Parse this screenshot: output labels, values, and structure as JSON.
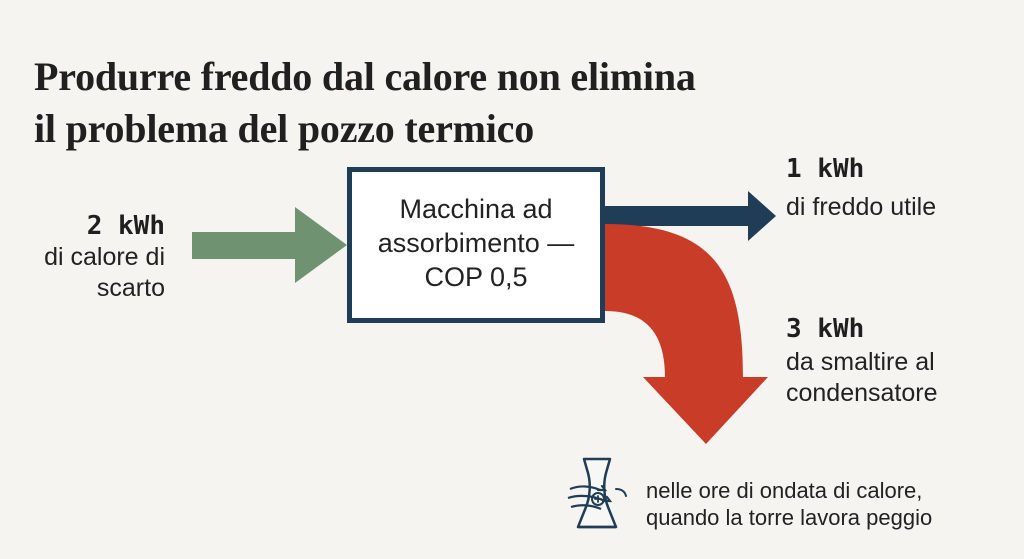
{
  "title": {
    "line1_prefix": "Produrre freddo dal calo",
    "line1_bold": "re",
    "line1_suffix": " non elimina",
    "line2_prefix": "il problema del pozzo ",
    "line2_bold": "termico"
  },
  "machine": {
    "label": "Macchina ad assorbimento — COP 0,5"
  },
  "flows": {
    "input": {
      "value": "2 kWh",
      "description": "di calore di scarto",
      "color": "#6f9370"
    },
    "useful": {
      "value": "1 kWh",
      "description": "di freddo utile",
      "color": "#1f3d57"
    },
    "rejected": {
      "value": "3 kWh",
      "description": "da smaltire al condensatore",
      "color": "#c93d28"
    }
  },
  "note": {
    "text": "nelle ore di ondata di calore, quando la torre lavora peggio",
    "icon": "cooling-tower-icon"
  }
}
